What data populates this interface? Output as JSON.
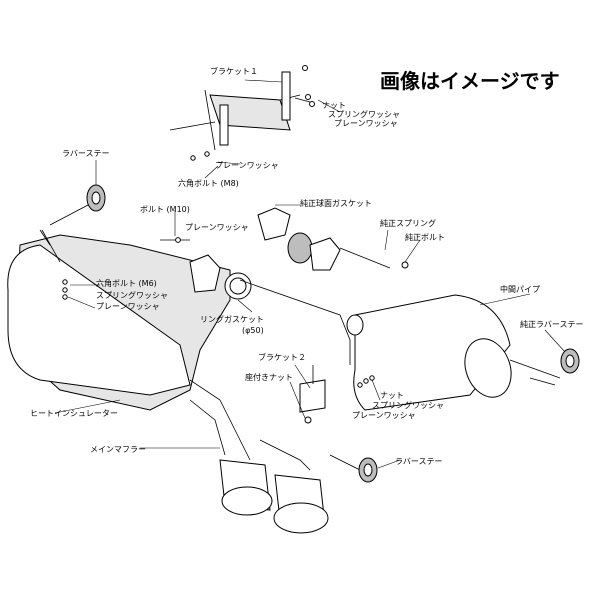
{
  "title": "画像はイメージです",
  "labels": {
    "bracket1": "ブラケット１",
    "nut_top": "ナット",
    "spring_washer_top": "スプリングワッシャ",
    "plain_washer_top": "プレーンワッシャ",
    "plain_washer_mid": "プレーンワッシャ",
    "hex_bolt_m8": "六角ボルト (M8)",
    "rubber_stay_left": "ラバーステー",
    "genuine_gasket": "純正球面ガスケット",
    "genuine_spring": "純正スプリング",
    "genuine_bolt": "純正ボルト",
    "bolt_m10": "ボルト (M10)",
    "plain_washer_m10": "プレーンワッシャ",
    "hex_bolt_m6": "六角ボルト (M6)",
    "spring_washer_m6": "スプリングワッシャ",
    "plain_washer_m6": "プレーンワッシャ",
    "middle_pipe": "中間パイプ",
    "ring_gasket": "リングガスケット",
    "ring_gasket_size": "(φ50)",
    "genuine_rubber_stay": "純正ラバーステー",
    "bracket2": "ブラケット２",
    "seat_nut": "座付きナット",
    "nut_right": "ナット",
    "spring_washer_right": "スプリングワッシャ",
    "plain_washer_right": "プレーンワッシャ",
    "heat_insulator": "ヒートインシュレーター",
    "main_muffler": "メインマフラー",
    "rubber_stay_bottom": "ラバーステー"
  }
}
